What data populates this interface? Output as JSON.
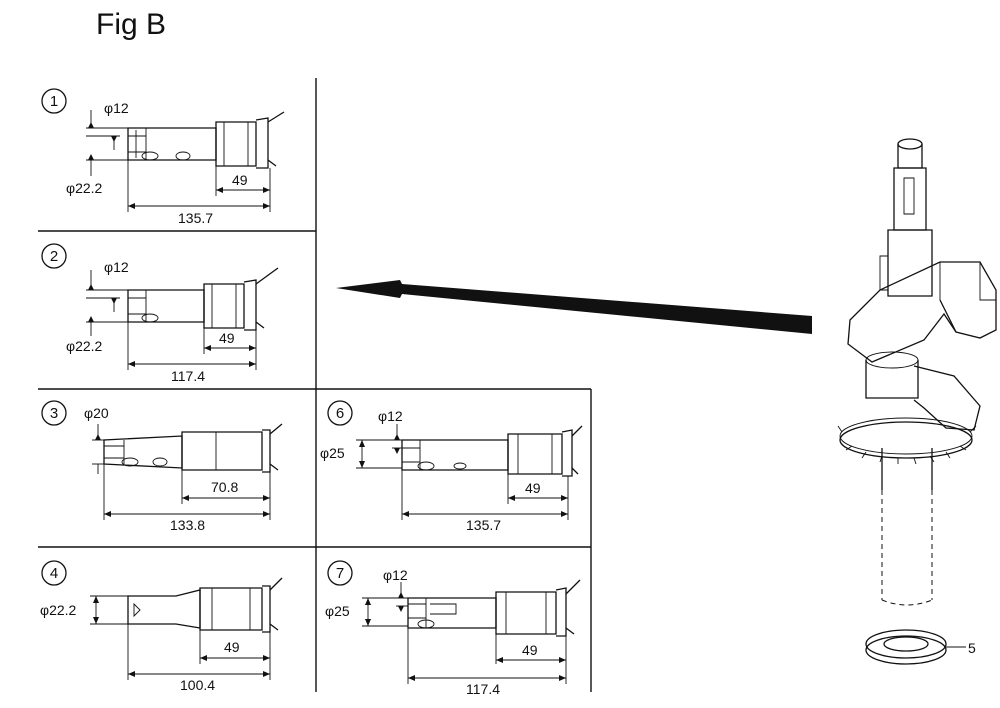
{
  "figure": {
    "title": "Fig B"
  },
  "panels": [
    {
      "id": "1",
      "number": "1",
      "diameters": [
        "φ12",
        "φ22.2"
      ],
      "dims": [
        "49",
        "135.7"
      ]
    },
    {
      "id": "2",
      "number": "2",
      "diameters": [
        "φ12",
        "φ22.2"
      ],
      "dims": [
        "49",
        "117.4"
      ]
    },
    {
      "id": "3",
      "number": "3",
      "diameters": [
        "φ20"
      ],
      "dims": [
        "70.8",
        "133.8"
      ]
    },
    {
      "id": "4",
      "number": "4",
      "diameters": [
        "φ22.2"
      ],
      "dims": [
        "49",
        "100.4"
      ]
    },
    {
      "id": "6",
      "number": "6",
      "diameters": [
        "φ12",
        "φ25"
      ],
      "dims": [
        "49",
        "135.7"
      ]
    },
    {
      "id": "7",
      "number": "7",
      "diameters": [
        "φ12",
        "φ25"
      ],
      "dims": [
        "49",
        "117.4"
      ]
    }
  ],
  "crankshaft": {
    "part_callout": "5"
  }
}
